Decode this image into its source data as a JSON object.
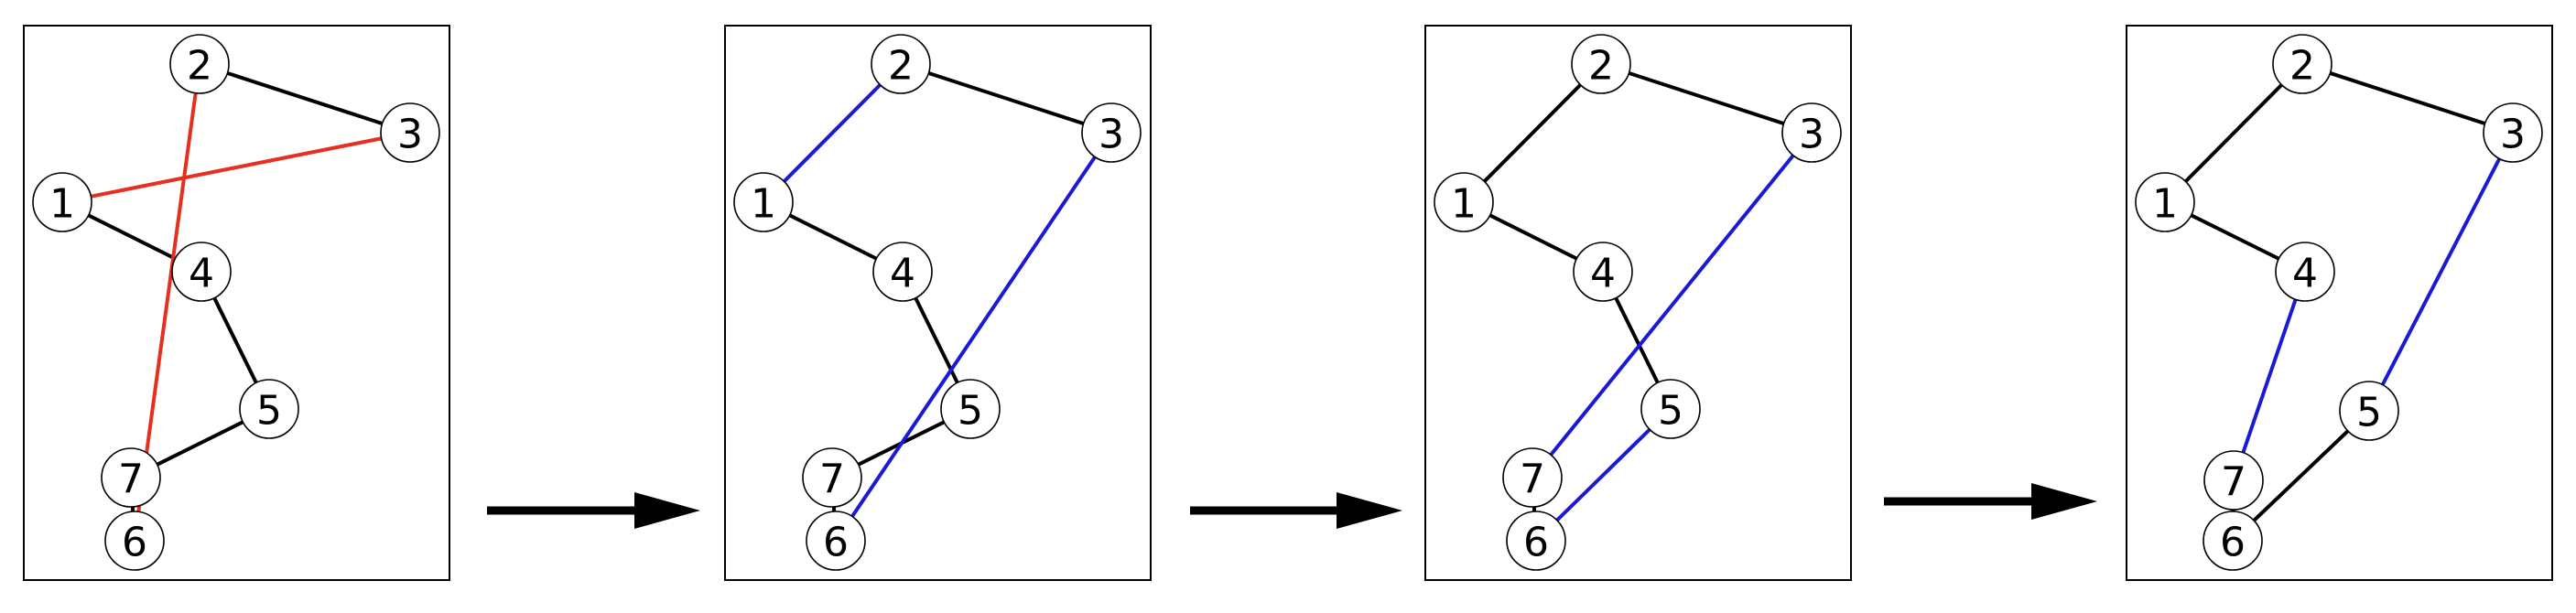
{
  "colors": {
    "background": "#ffffff",
    "edge_default": "#000000",
    "edge_crossing": "#e53020",
    "edge_changed": "#1a1ad6",
    "node_fill": "#ffffff",
    "node_stroke": "#000000"
  },
  "nodes": [
    "1",
    "2",
    "3",
    "4",
    "5",
    "6",
    "7"
  ],
  "panels": [
    {
      "edges": [
        {
          "from": "2",
          "to": "3",
          "kind": "default"
        },
        {
          "from": "1",
          "to": "4",
          "kind": "default"
        },
        {
          "from": "4",
          "to": "5",
          "kind": "default"
        },
        {
          "from": "5",
          "to": "7",
          "kind": "default"
        },
        {
          "from": "7",
          "to": "6",
          "kind": "default"
        },
        {
          "from": "1",
          "to": "3",
          "kind": "crossing"
        },
        {
          "from": "2",
          "to": "6",
          "kind": "crossing"
        }
      ]
    },
    {
      "edges": [
        {
          "from": "2",
          "to": "3",
          "kind": "default"
        },
        {
          "from": "1",
          "to": "4",
          "kind": "default"
        },
        {
          "from": "4",
          "to": "5",
          "kind": "default"
        },
        {
          "from": "5",
          "to": "7",
          "kind": "default"
        },
        {
          "from": "7",
          "to": "6",
          "kind": "default"
        },
        {
          "from": "1",
          "to": "2",
          "kind": "changed"
        },
        {
          "from": "3",
          "to": "6",
          "kind": "changed"
        }
      ]
    },
    {
      "edges": [
        {
          "from": "1",
          "to": "2",
          "kind": "default"
        },
        {
          "from": "2",
          "to": "3",
          "kind": "default"
        },
        {
          "from": "1",
          "to": "4",
          "kind": "default"
        },
        {
          "from": "4",
          "to": "5",
          "kind": "default"
        },
        {
          "from": "7",
          "to": "6",
          "kind": "default"
        },
        {
          "from": "3",
          "to": "7",
          "kind": "changed"
        },
        {
          "from": "5",
          "to": "6",
          "kind": "changed"
        }
      ]
    },
    {
      "edges": [
        {
          "from": "1",
          "to": "2",
          "kind": "default"
        },
        {
          "from": "2",
          "to": "3",
          "kind": "default"
        },
        {
          "from": "1",
          "to": "4",
          "kind": "default"
        },
        {
          "from": "5",
          "to": "6",
          "kind": "default"
        },
        {
          "from": "7",
          "to": "6",
          "kind": "default"
        },
        {
          "from": "4",
          "to": "7",
          "kind": "changed"
        },
        {
          "from": "3",
          "to": "5",
          "kind": "changed"
        }
      ]
    }
  ],
  "arrows": [
    {
      "from_panel": 1,
      "to_panel": 2
    },
    {
      "from_panel": 2,
      "to_panel": 3
    },
    {
      "from_panel": 3,
      "to_panel": 4
    }
  ]
}
